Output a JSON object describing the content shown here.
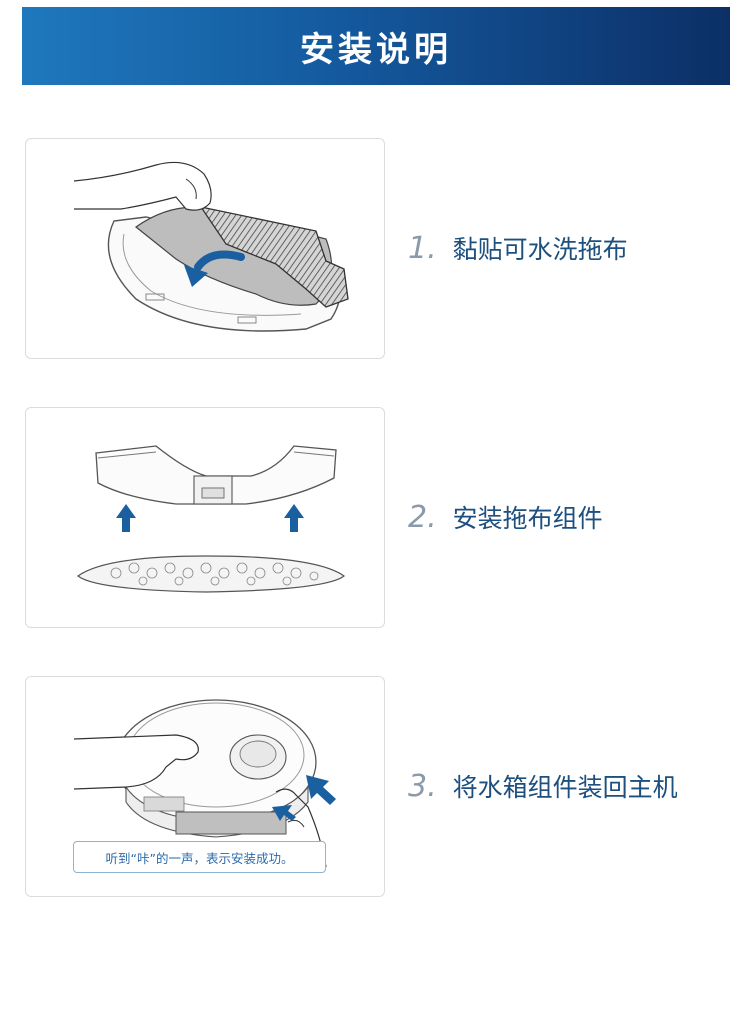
{
  "header": {
    "title": "安装说明"
  },
  "steps": [
    {
      "number": "1.",
      "label": "黏贴可水洗拖布",
      "icon": "mop-cloth-attach-illustration"
    },
    {
      "number": "2.",
      "label": "安装拖布组件",
      "icon": "mop-bracket-install-illustration"
    },
    {
      "number": "3.",
      "label": "将水箱组件装回主机",
      "icon": "water-tank-insert-illustration"
    }
  ],
  "note": "听到“咔”的一声，表示安装成功。",
  "colors": {
    "header_start": "#1f78bd",
    "header_end": "#0c2f66",
    "arrow": "#1a5fa0",
    "step_text": "#1d4f7f"
  }
}
